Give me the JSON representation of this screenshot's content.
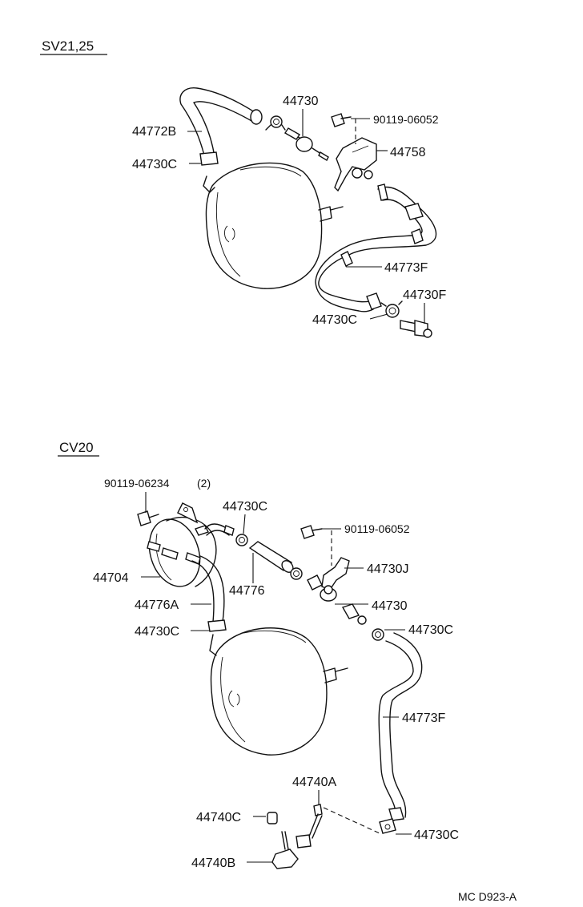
{
  "sections": {
    "top": {
      "title": "SV21,25"
    },
    "bottom": {
      "title": "CV20"
    }
  },
  "labels": {
    "t_44772B": "44772B",
    "t_44730C_a": "44730C",
    "t_44730": "44730",
    "t_90119_06052": "90119-06052",
    "t_44758": "44758",
    "t_44773F": "44773F",
    "t_44730F": "44730F",
    "t_44730C_b": "44730C",
    "b_90119_06234": "90119-06234",
    "b_90119_06234_qty": "(2)",
    "b_44730C_a": "44730C",
    "b_90119_06052": "90119-06052",
    "b_44704": "44704",
    "b_44776": "44776",
    "b_44730J": "44730J",
    "b_44776A": "44776A",
    "b_44730": "44730",
    "b_44730C_b": "44730C",
    "b_44730C_c": "44730C",
    "b_44773F": "44773F",
    "b_44740A": "44740A",
    "b_44740C": "44740C",
    "b_44730C_d": "44730C",
    "b_44740B": "44740B"
  },
  "footer": {
    "code": "MC D923-A"
  }
}
